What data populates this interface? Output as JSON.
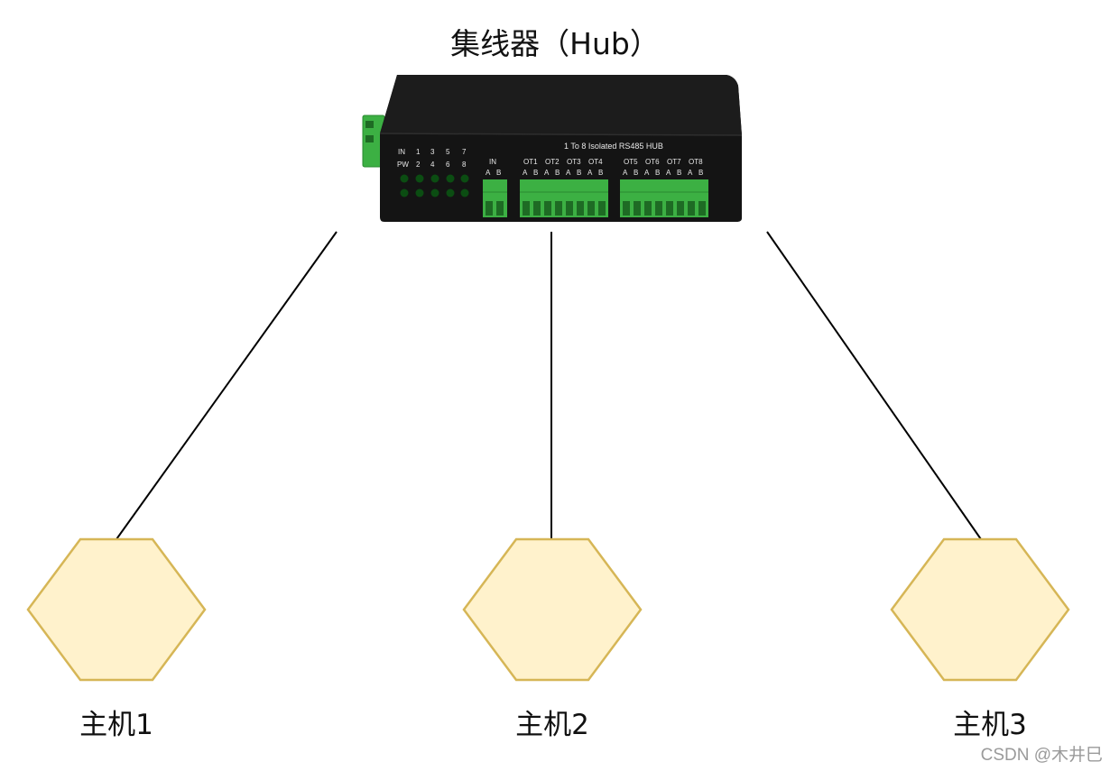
{
  "diagram": {
    "title": "集线器（Hub）",
    "device": {
      "model_text": "1 To 8 Isolated RS485 HUB",
      "led_labels_row1": [
        "IN",
        "1",
        "3",
        "5",
        "7"
      ],
      "led_labels_row2": [
        "PW",
        "2",
        "4",
        "6",
        "8"
      ],
      "input_port": {
        "label": "IN",
        "pins": [
          "A",
          "B"
        ]
      },
      "output_group1": {
        "ports": [
          "OT1",
          "OT2",
          "OT3",
          "OT4"
        ],
        "pins": [
          "A",
          "B",
          "A",
          "B",
          "A",
          "B",
          "A",
          "B"
        ]
      },
      "output_group2": {
        "ports": [
          "OT5",
          "OT6",
          "OT7",
          "OT8"
        ],
        "pins": [
          "A",
          "B",
          "A",
          "B",
          "A",
          "B",
          "A",
          "B"
        ]
      }
    },
    "hosts": [
      {
        "label": "主机1"
      },
      {
        "label": "主机2"
      },
      {
        "label": "主机3"
      }
    ],
    "colors": {
      "host_fill": "#fff2cc",
      "host_stroke": "#d6b656",
      "device_body": "#141414",
      "terminal_green": "#3cb043",
      "led_green": "#0b4d12"
    },
    "watermark": "CSDN @木井巳"
  }
}
